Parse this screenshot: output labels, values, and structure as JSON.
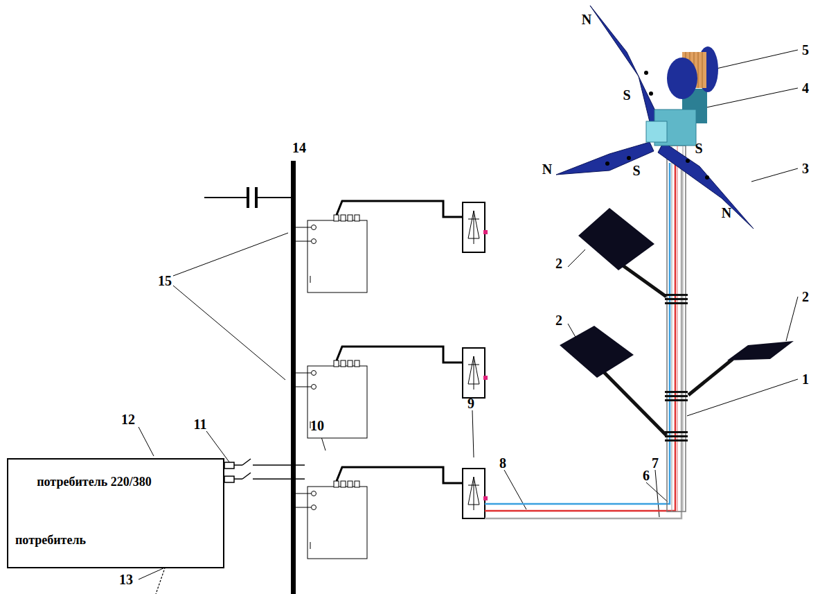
{
  "diagram": {
    "nodes": [
      {
        "text": [
          "потребитель 220/380",
          "потребитель"
        ]
      }
    ],
    "labels": [
      "N",
      "5",
      "4",
      "S",
      "14",
      "N",
      "S",
      "S",
      "3",
      "N",
      "15",
      "2",
      "2",
      "2",
      "1",
      "12",
      "11",
      "10",
      "9",
      "8",
      "7",
      "6",
      "13"
    ]
  }
}
